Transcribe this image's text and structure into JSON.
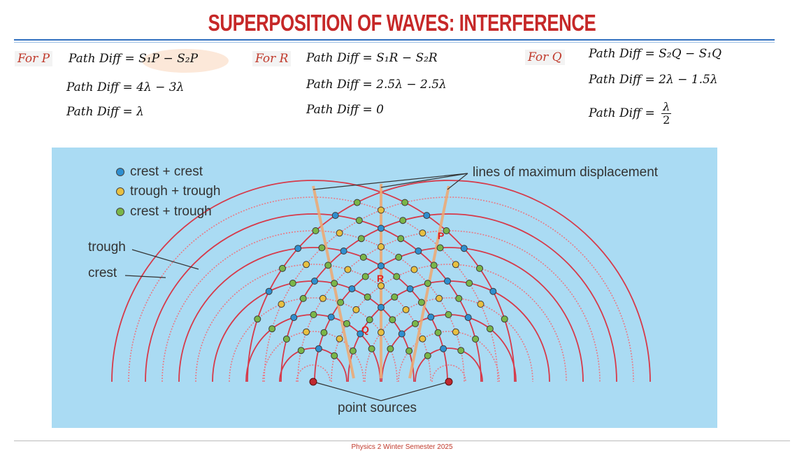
{
  "title": "SUPERPOSITION OF WAVES: INTERFERENCE",
  "cases": [
    {
      "label": "For P",
      "lines": [
        "Path Diff = S₁P − S₂P",
        "Path Diff = 4λ − 3λ",
        "Path Diff = λ"
      ]
    },
    {
      "label": "For R",
      "lines": [
        "Path Diff = S₁R − S₂R",
        "Path Diff = 2.5λ − 2.5λ",
        "Path Diff = 0"
      ]
    },
    {
      "label": "For Q",
      "lines": [
        "Path Diff = S₂Q − S₁Q",
        "Path Diff = 2λ − 1.5λ",
        "Path Diff ="
      ],
      "fraction": {
        "num": "λ",
        "den": "2"
      }
    }
  ],
  "diagram": {
    "legend": [
      {
        "text": "crest + crest",
        "color": "#2f8fd0"
      },
      {
        "text": "trough + trough",
        "color": "#e8c040"
      },
      {
        "text": "crest + trough",
        "color": "#7ab648"
      }
    ],
    "labels": {
      "trough": "trough",
      "crest": "crest",
      "maxlines": "lines of maximum displacement",
      "sources": "point sources",
      "P": "P",
      "R": "R",
      "Q": "Q"
    },
    "colors": {
      "background": "#aadbf3",
      "crest_line": "#d63a4a",
      "trough_line": "#e87a86",
      "max_line": "#f0a870",
      "source": "#c0282e"
    }
  },
  "footer": "Physics 2 Winter Semester 2025"
}
